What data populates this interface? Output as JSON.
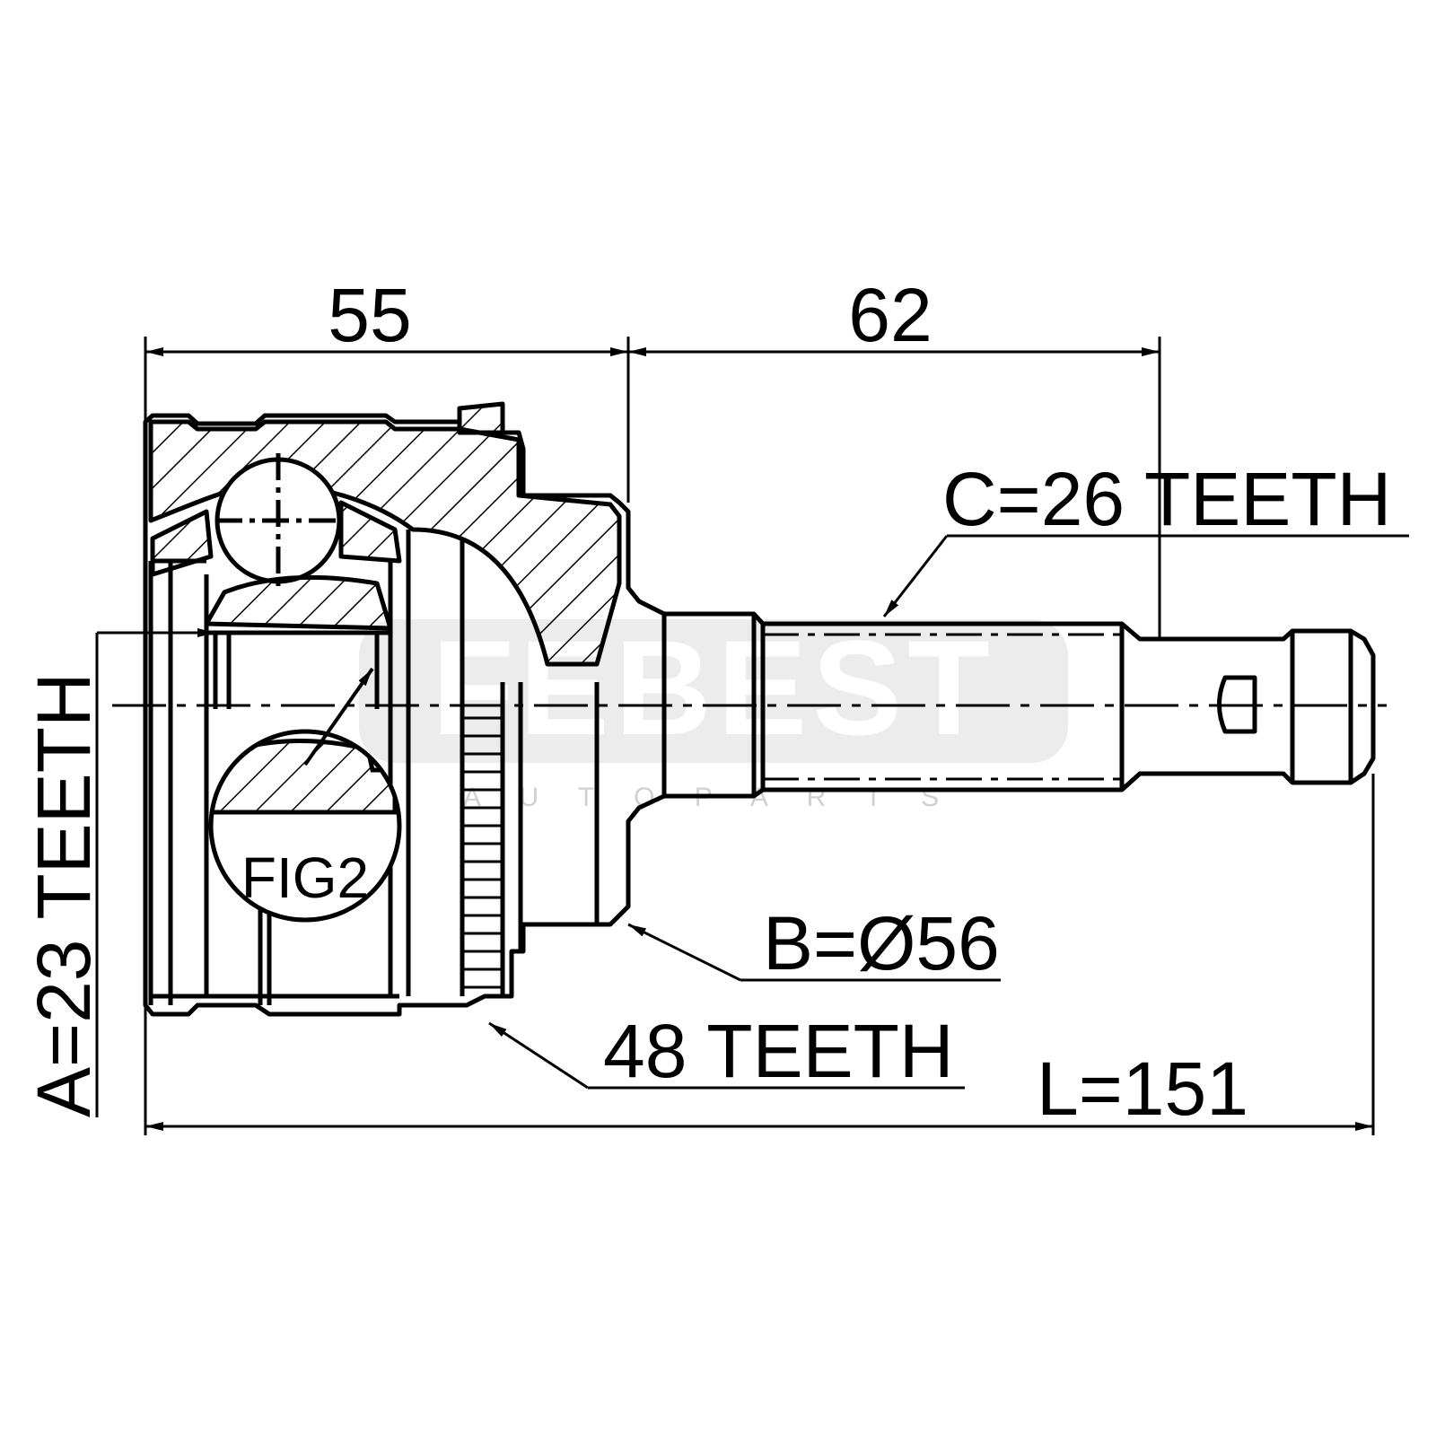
{
  "dimensions": {
    "length_a": "55",
    "length_b": "62",
    "total_length": "L=151",
    "spline_a": "A=23 TEETH",
    "spline_c": "C=26 TEETH",
    "diameter_b": "B=Ø56",
    "abs_ring": "48 TEETH"
  },
  "figure_label": "FIG2",
  "watermark": {
    "brand": "FEBEST",
    "tagline": "A U T O   P A R T S"
  },
  "colors": {
    "line": "#000000",
    "watermark": "#d9d9d9",
    "background": "#ffffff"
  }
}
